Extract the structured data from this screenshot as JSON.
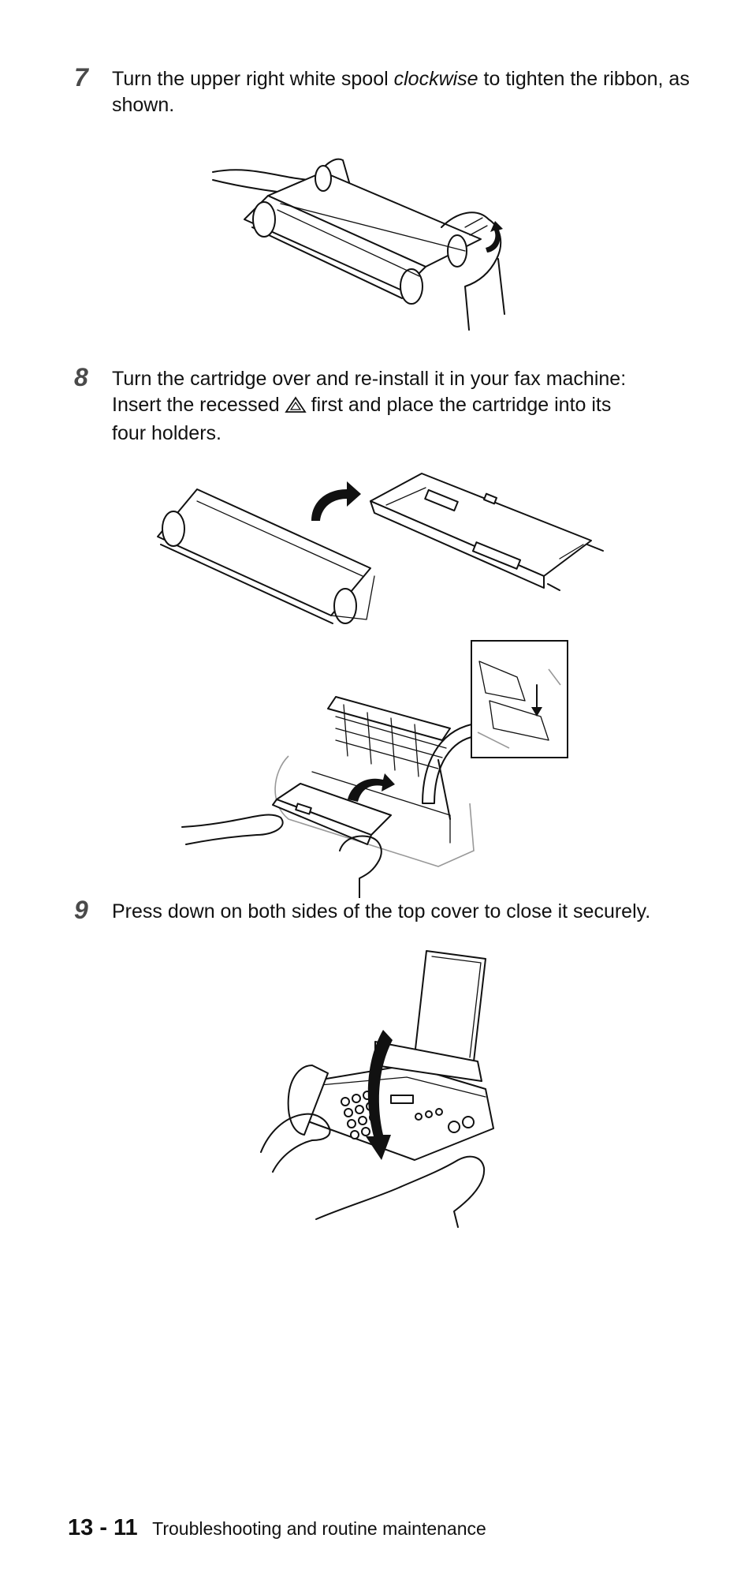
{
  "steps": [
    {
      "number": "7",
      "text_before": "Turn the upper right white spool ",
      "text_em": "clockwise",
      "text_after": " to tighten the ribbon, as shown."
    },
    {
      "number": "8",
      "text_line1": "Turn the cartridge over and re-install it in your fax machine:",
      "text_line2_before": "Insert the recessed",
      "text_line2_after": "first and place the cartridge into its",
      "text_line3": "four holders."
    },
    {
      "number": "9",
      "text": "Press down on both sides of the top cover to close it securely."
    }
  ],
  "icons": {
    "recessed_mark": "triangle-mark-icon",
    "rotate_arrow": "curved-arrow-icon"
  },
  "footer": {
    "page_number": "13 - 11",
    "section_title": "Troubleshooting and routine maintenance"
  }
}
